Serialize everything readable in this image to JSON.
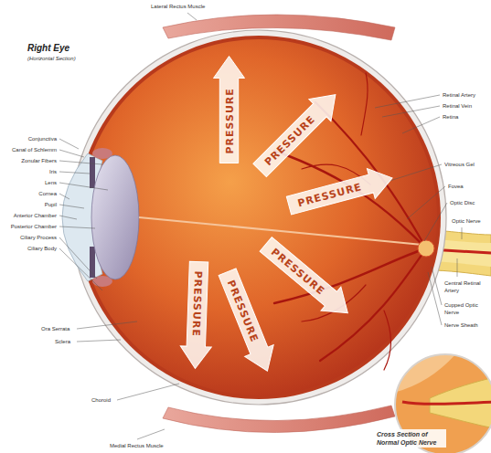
{
  "diagram": {
    "title": "Right Eye",
    "nodes": [
      {
        "text": [
          "PRESSURE"
        ]
      },
      {
        "text": [
          "PRESSURE"
        ]
      },
      {
        "text": [
          "PRESSURE"
        ]
      },
      {
        "text": [
          "PRESSURE"
        ]
      },
      {
        "text": [
          "PRESSURE"
        ]
      },
      {
        "text": [
          "PRESSURE"
        ]
      }
    ],
    "labels": [
      "(Horizontal Section)",
      "Lateral Rectus Muscle",
      "Conjunctiva",
      "Canal of Schlemm",
      "Zonular Fibers",
      "Iris",
      "Lens",
      "Cornea",
      "Pupil",
      "Anterior Chamber",
      "Posterior Chamber",
      "Ciliary Process",
      "Ciliary Body",
      "Ora Serrata",
      "Sclera",
      "Choroid",
      "Medial Rectus Muscle",
      "Retinal Artery",
      "Retinal Vein",
      "Retina",
      "Vitreous Gel",
      "Fovea",
      "Optic Disc",
      "Optic Nerve",
      "Central Retinal Artery",
      "Cupped Optic Nerve",
      "Nerve Sheath",
      "Cross Section of Normal Optic Nerve"
    ]
  }
}
